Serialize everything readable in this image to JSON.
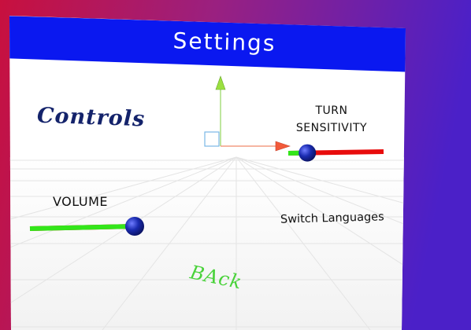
{
  "menu": {
    "title": "Settings",
    "controls_label": "Controls",
    "turn_sensitivity_line1": "TURN",
    "turn_sensitivity_line2": "SENSITIVITY",
    "volume_label": "VOLUME",
    "switch_languages_label": "Switch Languages",
    "back_label": "BAck"
  },
  "sliders": {
    "turn_sensitivity": {
      "value": 0.2
    },
    "volume": {
      "value": 1.0
    }
  },
  "colors": {
    "header_blue": "#0a18f0",
    "panel_white": "#ffffff",
    "slider_fill_green": "#33e61a",
    "slider_empty_red": "#e80c0c",
    "slider_knob_blue": "#1a2bb0",
    "back_green": "#49d23a",
    "controls_navy": "#14236b",
    "bg_crimson": "#c8103e",
    "bg_purple": "#5521c4"
  },
  "editor_gizmo": {
    "y_axis_icon": "green-cone-arrow",
    "x_axis_icon": "red-cone-arrow",
    "plane_handle_icon": "blue-square"
  }
}
